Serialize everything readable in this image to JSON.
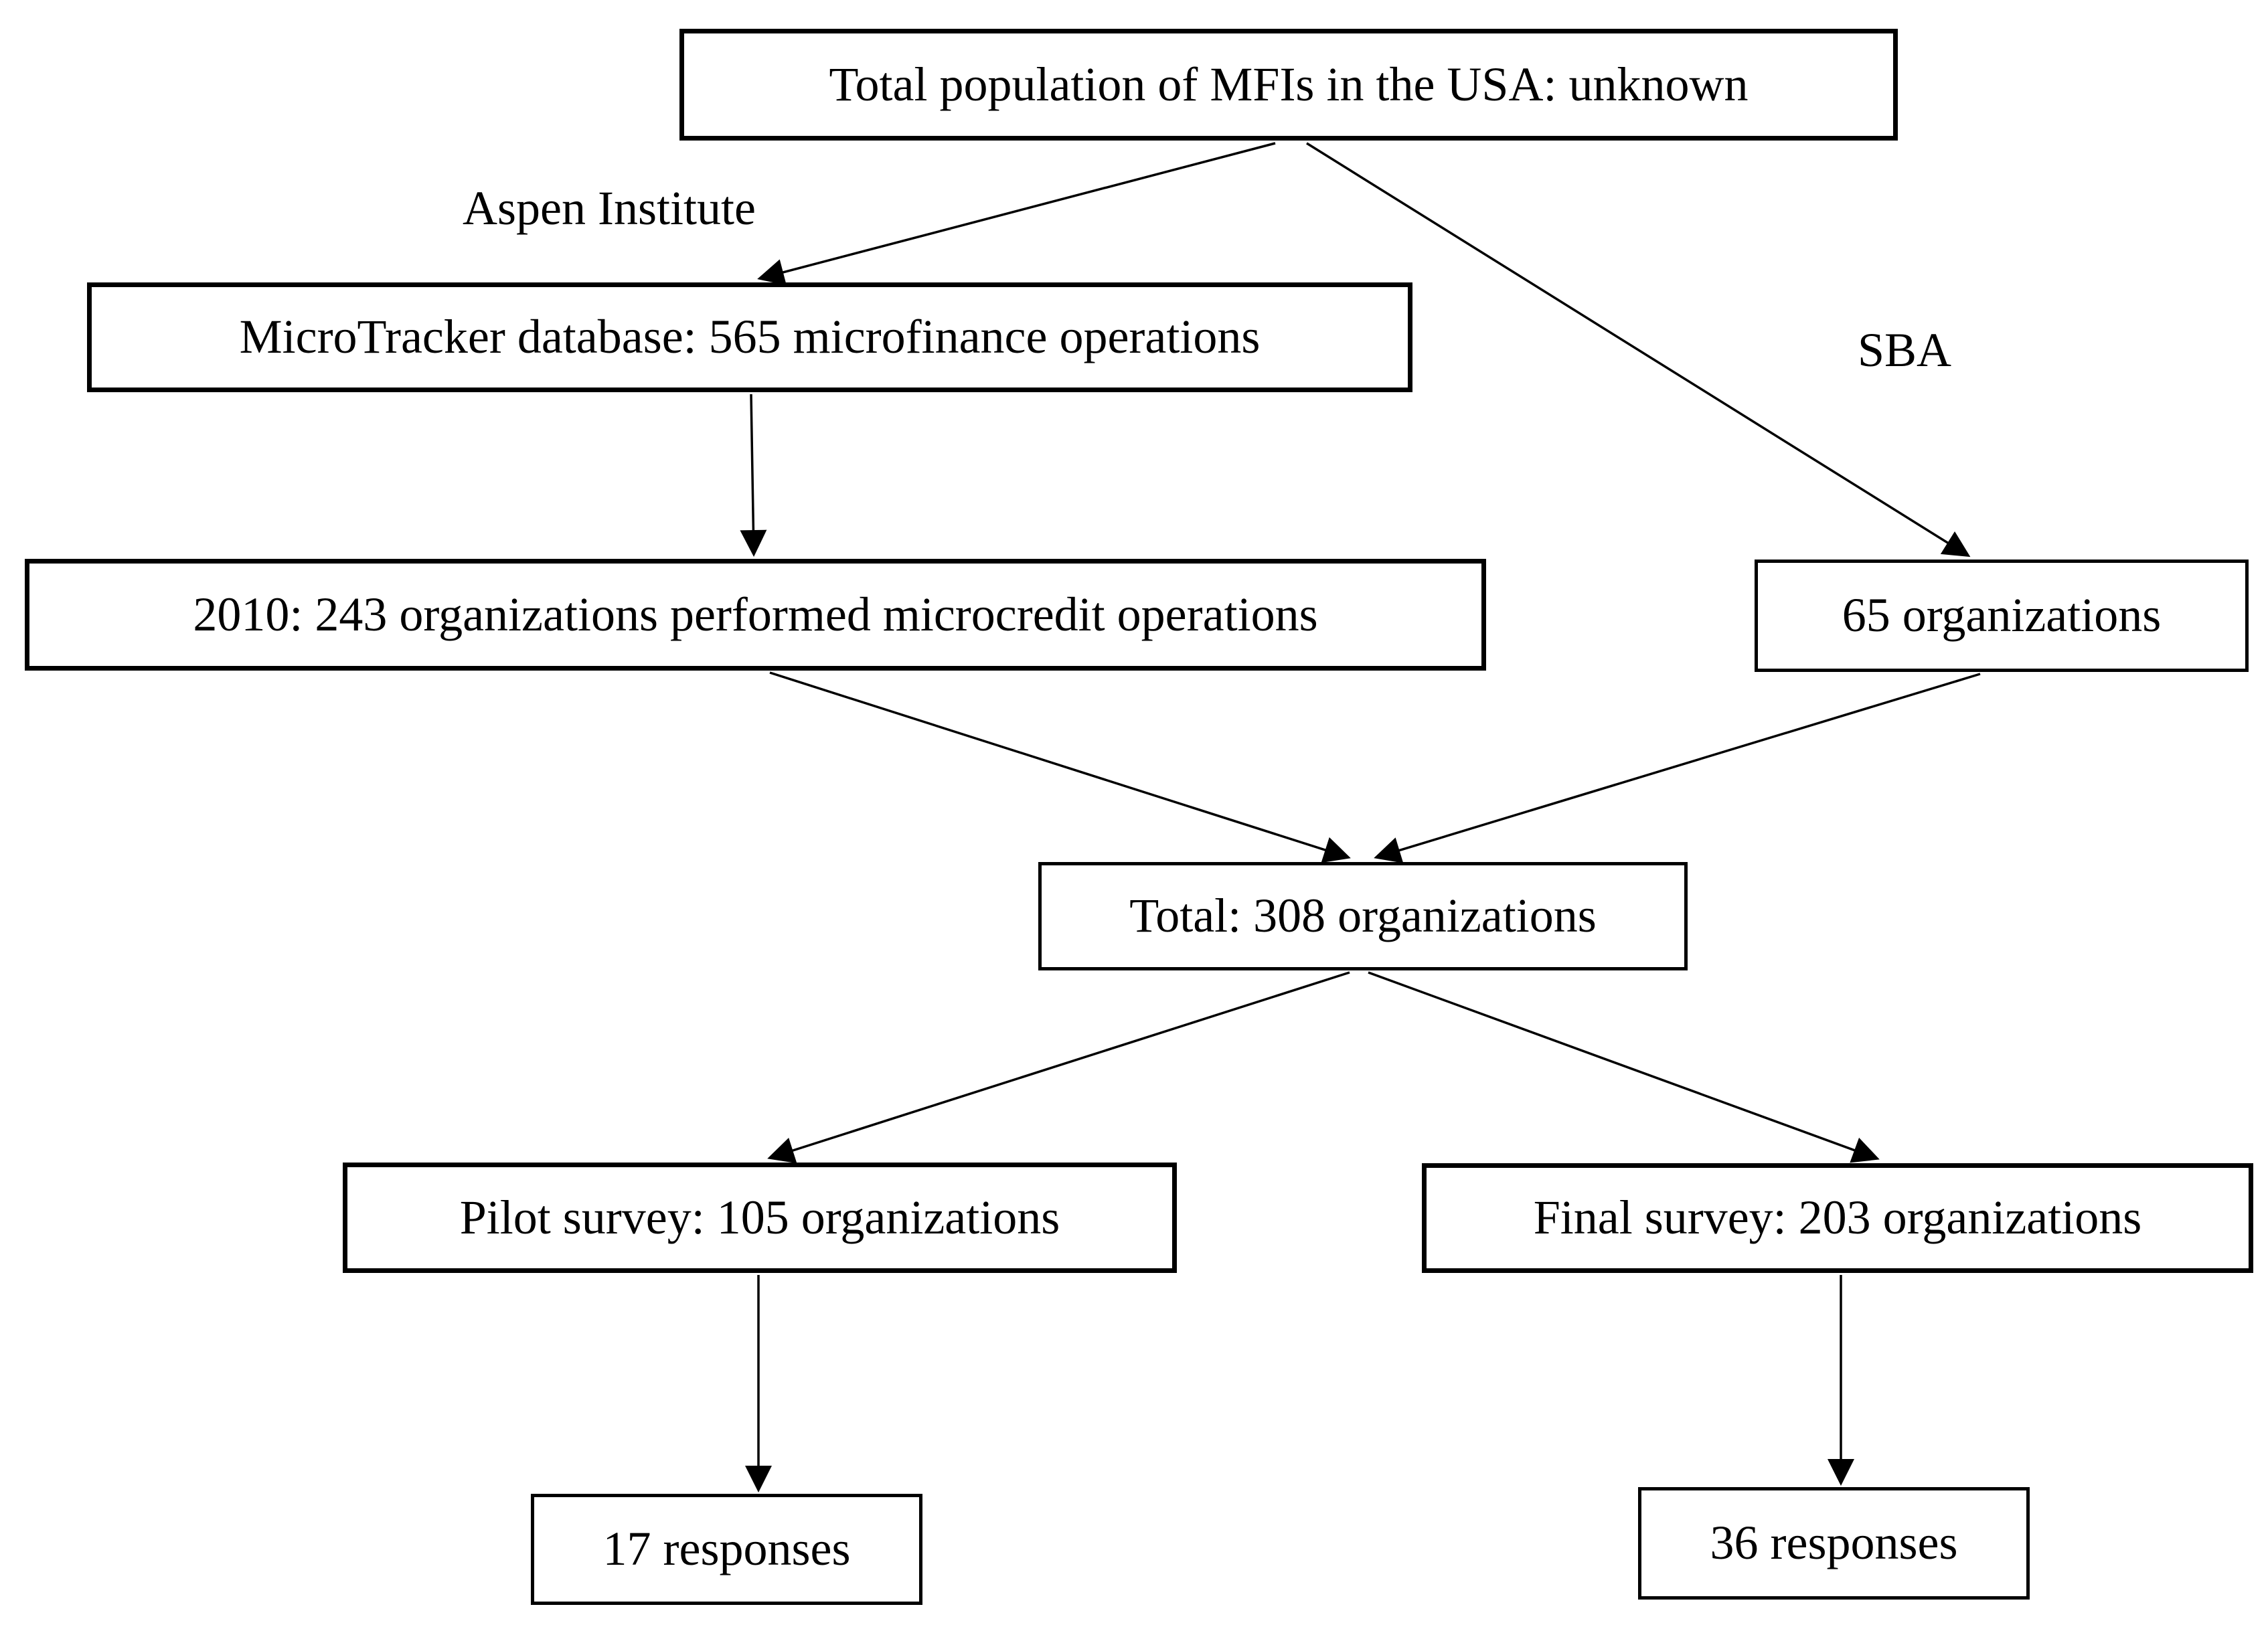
{
  "diagram": {
    "type": "flowchart",
    "colors": {
      "background": "#ffffff",
      "border": "#000000",
      "text": "#000000",
      "line": "#000000"
    },
    "nodes": {
      "total_population": {
        "label": "Total population of MFIs in the USA: unknown"
      },
      "microtracker": {
        "label": "MicroTracker database: 565 microfinance operations"
      },
      "orgs_2010": {
        "label": "2010: 243 organizations performed microcredit operations"
      },
      "sba_orgs": {
        "label": "65 organizations"
      },
      "total": {
        "label": "Total: 308 organizations"
      },
      "pilot_survey": {
        "label": "Pilot survey: 105 organizations"
      },
      "final_survey": {
        "label": "Final survey: 203 organizations"
      },
      "pilot_responses": {
        "label": "17 responses"
      },
      "final_responses": {
        "label": "36 responses"
      }
    },
    "edge_labels": {
      "aspen": "Aspen Institute",
      "sba": "SBA"
    },
    "edges": [
      {
        "from": "total_population",
        "to": "microtracker",
        "label": "Aspen Institute"
      },
      {
        "from": "total_population",
        "to": "sba_orgs",
        "label": "SBA"
      },
      {
        "from": "microtracker",
        "to": "orgs_2010",
        "label": ""
      },
      {
        "from": "orgs_2010",
        "to": "total",
        "label": ""
      },
      {
        "from": "sba_orgs",
        "to": "total",
        "label": ""
      },
      {
        "from": "total",
        "to": "pilot_survey",
        "label": ""
      },
      {
        "from": "total",
        "to": "final_survey",
        "label": ""
      },
      {
        "from": "pilot_survey",
        "to": "pilot_responses",
        "label": ""
      },
      {
        "from": "final_survey",
        "to": "final_responses",
        "label": ""
      }
    ]
  }
}
